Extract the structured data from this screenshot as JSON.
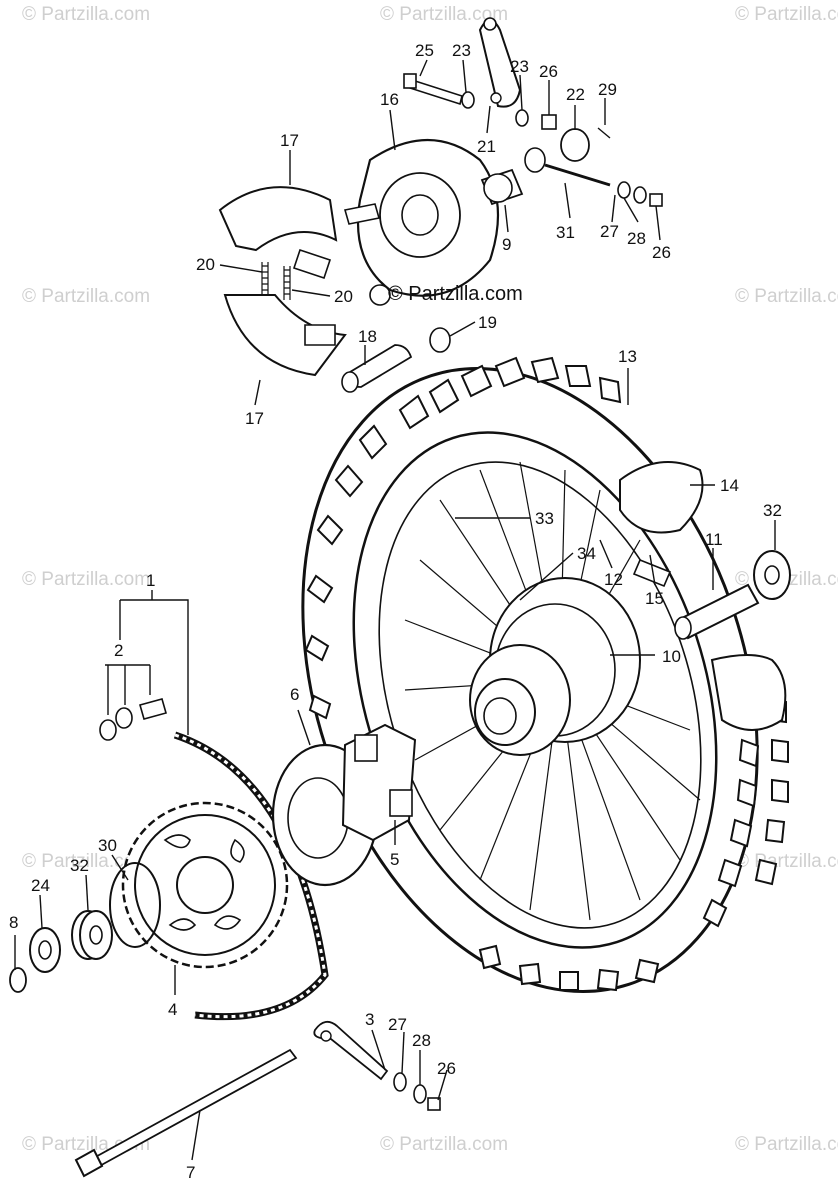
{
  "diagram": {
    "watermark": "© Partzilla.com",
    "center_watermark": "© Partzilla.com",
    "callouts": [
      "1",
      "2",
      "3",
      "4",
      "5",
      "6",
      "7",
      "8",
      "9",
      "10",
      "11",
      "12",
      "13",
      "14",
      "15",
      "16",
      "17",
      "17",
      "18",
      "19",
      "20",
      "20",
      "21",
      "22",
      "23",
      "23",
      "24",
      "25",
      "26",
      "26",
      "26",
      "27",
      "27",
      "28",
      "28",
      "29",
      "30",
      "31",
      "32",
      "32",
      "33",
      "34"
    ]
  }
}
